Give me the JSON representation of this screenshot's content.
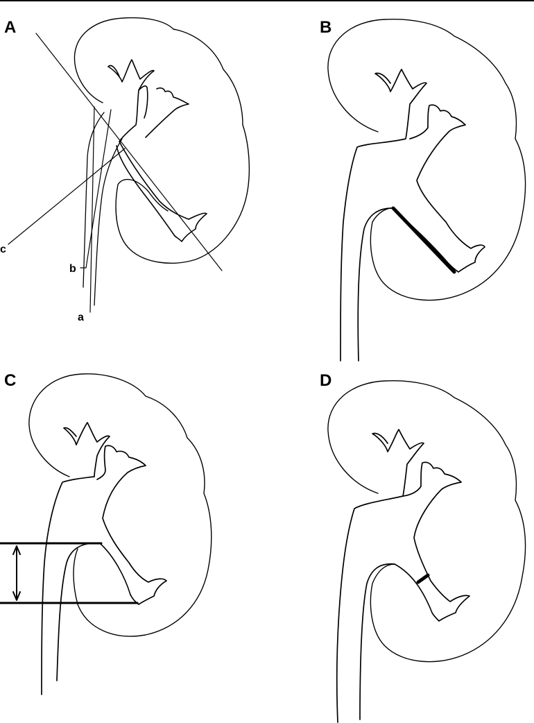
{
  "figure": {
    "panels": [
      {
        "letter": "A",
        "callouts": [
          "a",
          "b",
          "c"
        ]
      },
      {
        "letter": "B"
      },
      {
        "letter": "C"
      },
      {
        "letter": "D"
      }
    ]
  }
}
